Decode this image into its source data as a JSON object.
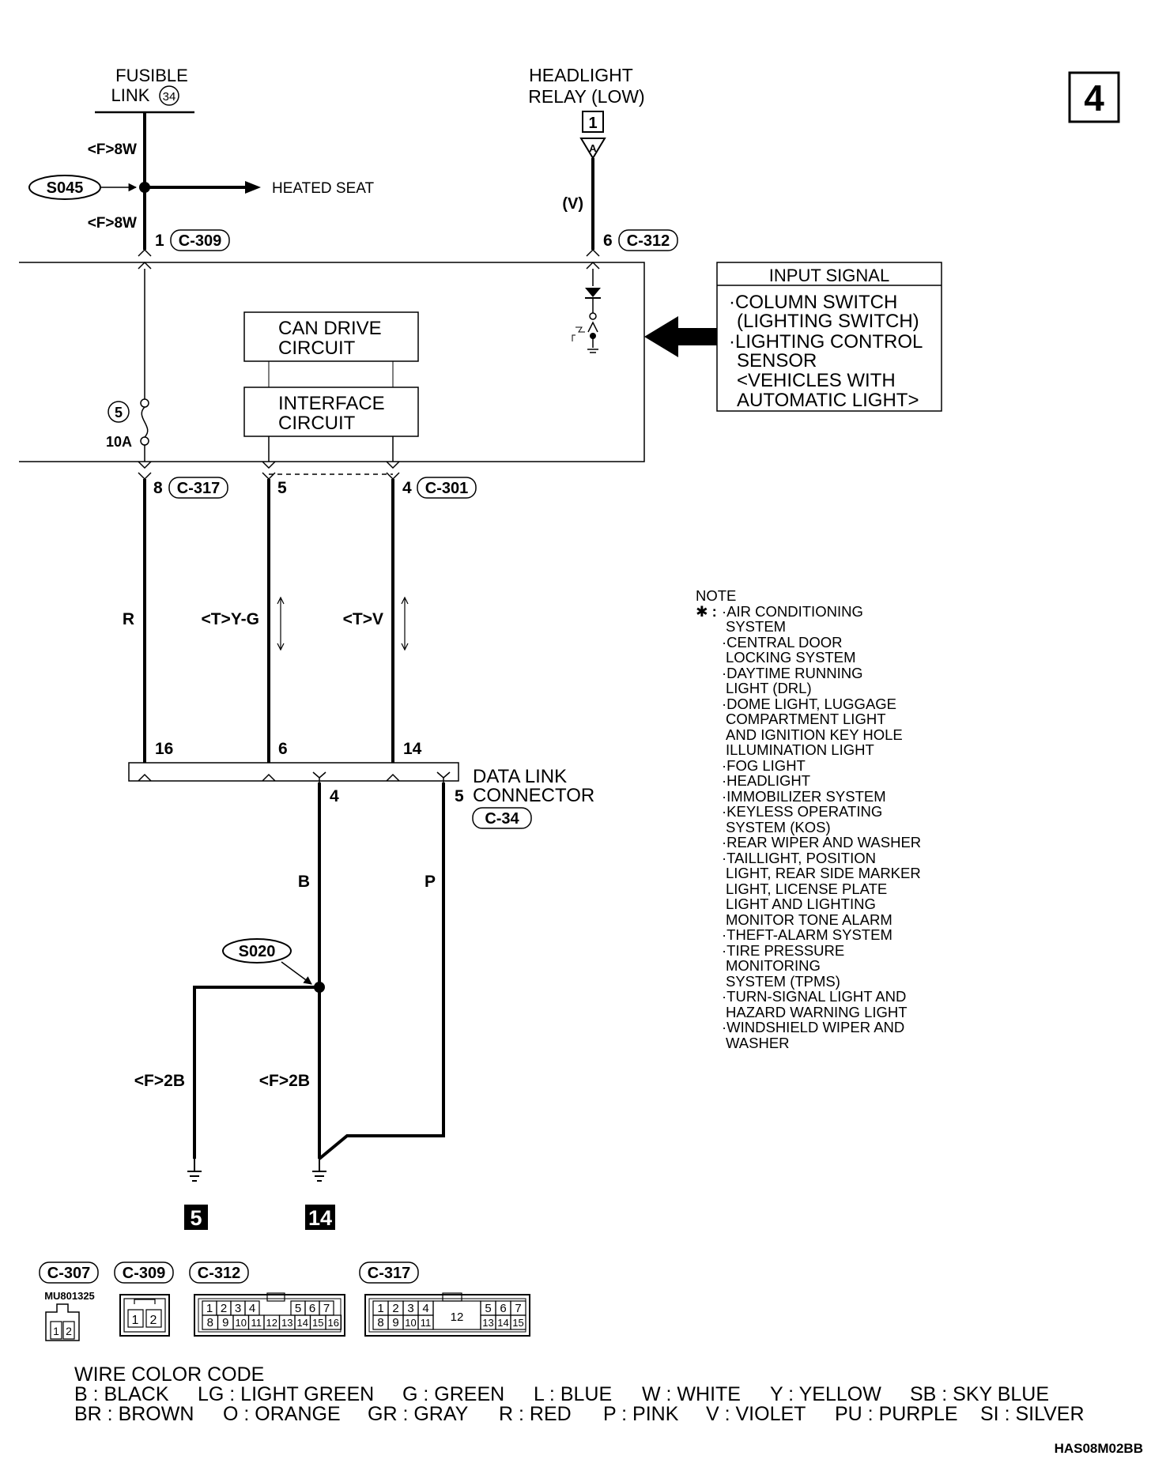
{
  "page_number": "4",
  "fusible_link": {
    "title": "FUSIBLE",
    "label": "LINK",
    "number": "34"
  },
  "headlight_relay": {
    "title": "HEADLIGHT",
    "subtitle": "RELAY (LOW)",
    "box": "1",
    "arrow": "A"
  },
  "splices": {
    "s045": "S045",
    "s020": "S020"
  },
  "wire_labels": {
    "f8w_top": "<F>8W",
    "f8w_bottom": "<F>8W",
    "violet": "(V)",
    "red": "R",
    "yg": "<T>Y-G",
    "tv": "<T>V",
    "black": "B",
    "pink": "P",
    "f2b_left": "<F>2B",
    "f2b_right": "<F>2B"
  },
  "heated_seat": "HEATED SEAT",
  "pins": {
    "c309_pin": "1",
    "c309": "C-309",
    "c312_pin": "6",
    "c312": "C-312",
    "c317_pin": "8",
    "c317": "C-317",
    "mid_pin": "5",
    "c301_pin": "4",
    "c301": "C-301",
    "dlc_16": "16",
    "dlc_6": "6",
    "dlc_14": "14",
    "dlc_4": "4",
    "dlc_5": "5"
  },
  "fuse": {
    "number": "5",
    "rating": "10A"
  },
  "can_drive": [
    "CAN DRIVE",
    "CIRCUIT"
  ],
  "interface": [
    "INTERFACE",
    "CIRCUIT"
  ],
  "input_signal": {
    "title": "INPUT SIGNAL",
    "lines": [
      "·COLUMN SWITCH",
      "(LIGHTING SWITCH)",
      "·LIGHTING CONTROL",
      "SENSOR",
      "<VEHICLES WITH",
      "AUTOMATIC LIGHT>"
    ]
  },
  "data_link": {
    "line1": "DATA LINK",
    "line2": "CONNECTOR",
    "connector": "C-34"
  },
  "grounds": {
    "left": "5",
    "right": "14"
  },
  "note": {
    "title": "NOTE",
    "star": "✱ :",
    "lines": [
      "·AIR CONDITIONING",
      "SYSTEM",
      "·CENTRAL DOOR",
      "LOCKING SYSTEM",
      "·DAYTIME RUNNING",
      "LIGHT (DRL)",
      "·DOME LIGHT, LUGGAGE",
      "COMPARTMENT LIGHT",
      "AND IGNITION KEY HOLE",
      "ILLUMINATION LIGHT",
      "·FOG LIGHT",
      "·HEADLIGHT",
      "·IMMOBILIZER SYSTEM",
      "·KEYLESS OPERATING",
      "SYSTEM (KOS)",
      "·REAR WIPER AND WASHER",
      "·TAILLIGHT, POSITION",
      "LIGHT, REAR SIDE MARKER",
      "LIGHT, LICENSE PLATE",
      "LIGHT AND LIGHTING",
      "MONITOR TONE ALARM",
      "·THEFT-ALARM SYSTEM",
      "·TIRE PRESSURE",
      "MONITORING",
      "SYSTEM (TPMS)",
      "·TURN-SIGNAL LIGHT AND",
      "HAZARD WARNING LIGHT",
      "·WINDSHIELD WIPER AND",
      "WASHER"
    ]
  },
  "connectors_legend": {
    "c307": "C-307",
    "mu": "MU801325",
    "c309": "C-309",
    "c312": "C-312",
    "c317": "C-317",
    "c307_pins": [
      "1",
      "2"
    ],
    "c309_pins": [
      "1",
      "2"
    ],
    "c312_top": [
      "1",
      "2",
      "3",
      "4",
      "5",
      "6",
      "7"
    ],
    "c312_bottom": [
      "8",
      "9",
      "10",
      "11",
      "12",
      "13",
      "14",
      "15",
      "16"
    ],
    "c317_top": [
      "1",
      "2",
      "3",
      "4",
      "5",
      "6",
      "7"
    ],
    "c317_bottom_left": [
      "8",
      "9",
      "10",
      "11"
    ],
    "c317_middle": "12",
    "c317_bottom_right": [
      "13",
      "14",
      "15"
    ]
  },
  "wire_color_code": {
    "title": "WIRE COLOR CODE",
    "row1": [
      "B : BLACK",
      "LG : LIGHT GREEN",
      "G : GREEN",
      "L : BLUE",
      "W : WHITE",
      "Y : YELLOW",
      "SB : SKY BLUE"
    ],
    "row2": [
      "BR : BROWN",
      "O : ORANGE",
      "GR : GRAY",
      "R : RED",
      "P : PINK",
      "V : VIOLET",
      "PU : PURPLE",
      "SI : SILVER"
    ]
  },
  "diagram_code": "HAS08M02BB"
}
